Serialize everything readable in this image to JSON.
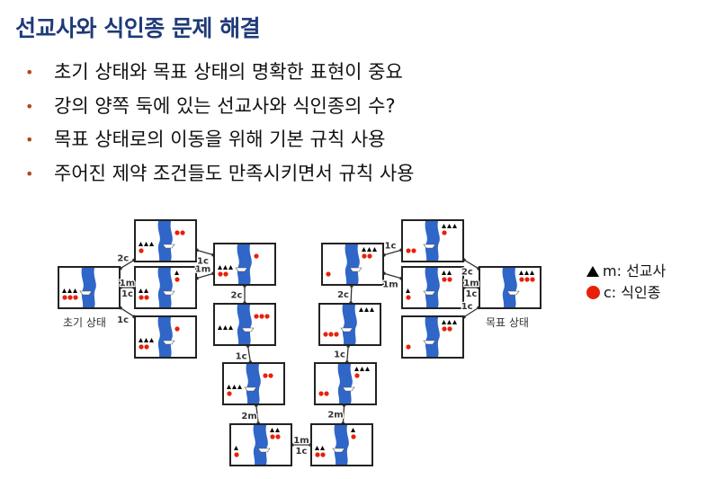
{
  "title": "선교사와 식인종 문제 해결",
  "bullets": [
    "초기 상태와 목표 상태의 명확한 표현이 중요",
    "강의 양쪽 둑에 있는 선교사와 식인종의 수?",
    "목표 상태로의 이동을 위해 기본 규칙 사용",
    "주어진 제약 조건들도 만족시키면서 규칙 사용"
  ],
  "bullet_marker": "•",
  "labels": {
    "initial": "초기 상태",
    "goal": "목표 상태"
  },
  "legend": {
    "m": "m: 선교사",
    "c": "c: 식인종"
  },
  "colors": {
    "title": "#1f3a78",
    "river": "#2f66c8",
    "cannibal": "#e8200a",
    "missionary": "#000000"
  },
  "states": {
    "init": {
      "L": [
        3,
        3
      ],
      "R": [
        0,
        0
      ],
      "boat": "L"
    },
    "A": {
      "L": [
        3,
        1
      ],
      "R": [
        0,
        2
      ],
      "boat": "R"
    },
    "B": {
      "L": [
        2,
        2
      ],
      "R": [
        1,
        1
      ],
      "boat": "R"
    },
    "C": {
      "L": [
        3,
        2
      ],
      "R": [
        0,
        1
      ],
      "boat": "R"
    },
    "D": {
      "L": [
        3,
        2
      ],
      "R": [
        0,
        1
      ],
      "boat": "L"
    },
    "E": {
      "L": [
        3,
        0
      ],
      "R": [
        0,
        3
      ],
      "boat": "R"
    },
    "F": {
      "L": [
        3,
        1
      ],
      "R": [
        0,
        2
      ],
      "boat": "L"
    },
    "G": {
      "L": [
        1,
        1
      ],
      "R": [
        2,
        2
      ],
      "boat": "R"
    },
    "H": {
      "L": [
        2,
        2
      ],
      "R": [
        1,
        1
      ],
      "boat": "L"
    },
    "I": {
      "L": [
        0,
        2
      ],
      "R": [
        3,
        1
      ],
      "boat": "R"
    },
    "J": {
      "L": [
        0,
        3
      ],
      "R": [
        3,
        0
      ],
      "boat": "L"
    },
    "K": {
      "L": [
        0,
        1
      ],
      "R": [
        3,
        2
      ],
      "boat": "R"
    },
    "Lx": {
      "L": [
        0,
        2
      ],
      "R": [
        3,
        1
      ],
      "boat": "L"
    },
    "M": {
      "L": [
        1,
        1
      ],
      "R": [
        2,
        2
      ],
      "boat": "L"
    },
    "N": {
      "L": [
        0,
        1
      ],
      "R": [
        3,
        2
      ],
      "boat": "L"
    },
    "goal": {
      "L": [
        0,
        0
      ],
      "R": [
        3,
        3
      ],
      "boat": "R"
    }
  },
  "edges": [
    {
      "from": "init",
      "to": "A",
      "label": "2c"
    },
    {
      "from": "init",
      "to": "B",
      "label": "1m 1c"
    },
    {
      "from": "init",
      "to": "C",
      "label": "1c"
    },
    {
      "from": "A",
      "to": "D",
      "label": "1c"
    },
    {
      "from": "B",
      "to": "D",
      "label": "1m"
    },
    {
      "from": "D",
      "to": "E",
      "label": "2c"
    },
    {
      "from": "E",
      "to": "F",
      "label": "1c"
    },
    {
      "from": "F",
      "to": "G",
      "label": "2m"
    },
    {
      "from": "G",
      "to": "H",
      "label": "1m 1c"
    },
    {
      "from": "H",
      "to": "I",
      "label": "2m"
    },
    {
      "from": "I",
      "to": "J",
      "label": "1c"
    },
    {
      "from": "J",
      "to": "K",
      "label": "2c"
    },
    {
      "from": "K",
      "to": "Lx",
      "label": "1c"
    },
    {
      "from": "K",
      "to": "M",
      "label": "1m"
    },
    {
      "from": "Lx",
      "to": "goal",
      "label": "2c"
    },
    {
      "from": "M",
      "to": "goal",
      "label": "1m 1c"
    },
    {
      "from": "N",
      "to": "goal",
      "label": "1c"
    }
  ]
}
